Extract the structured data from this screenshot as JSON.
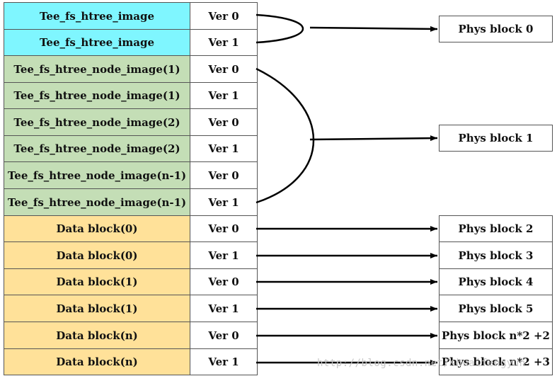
{
  "rows": [
    {
      "name": "Tee_fs_htree_image",
      "ver": "Ver 0"
    },
    {
      "name": "Tee_fs_htree_image",
      "ver": "Ver 1"
    },
    {
      "name": "Tee_fs_htree_node_image(1)",
      "ver": "Ver 0"
    },
    {
      "name": "Tee_fs_htree_node_image(1)",
      "ver": "Ver 1"
    },
    {
      "name": "Tee_fs_htree_node_image(2)",
      "ver": "Ver 0"
    },
    {
      "name": "Tee_fs_htree_node_image(2)",
      "ver": "Ver 1"
    },
    {
      "name": "Tee_fs_htree_node_image(n-1)",
      "ver": "Ver 0"
    },
    {
      "name": "Tee_fs_htree_node_image(n-1)",
      "ver": "Ver 1"
    },
    {
      "name": "Data block(0)",
      "ver": "Ver 0"
    },
    {
      "name": "Data block(0)",
      "ver": "Ver 1"
    },
    {
      "name": "Data block(1)",
      "ver": "Ver 0"
    },
    {
      "name": "Data block(1)",
      "ver": "Ver 1"
    },
    {
      "name": "Data block(n)",
      "ver": "Ver 0"
    },
    {
      "name": "Data block(n)",
      "ver": "Ver 1"
    }
  ],
  "phys_blocks": [
    "Phys block 0",
    "Phys block 1",
    "Phys block 2",
    "Phys block 3",
    "Phys block 4",
    "Phys block 5",
    "Phys block n*2 +2",
    "Phys block n*2 +3"
  ],
  "colors": {
    "header_image": "#7FF6FF",
    "node_image": "#C4DEB6",
    "data_block": "#FFE199"
  },
  "watermark": "http://blog.csdn.net/shuaifengyun"
}
